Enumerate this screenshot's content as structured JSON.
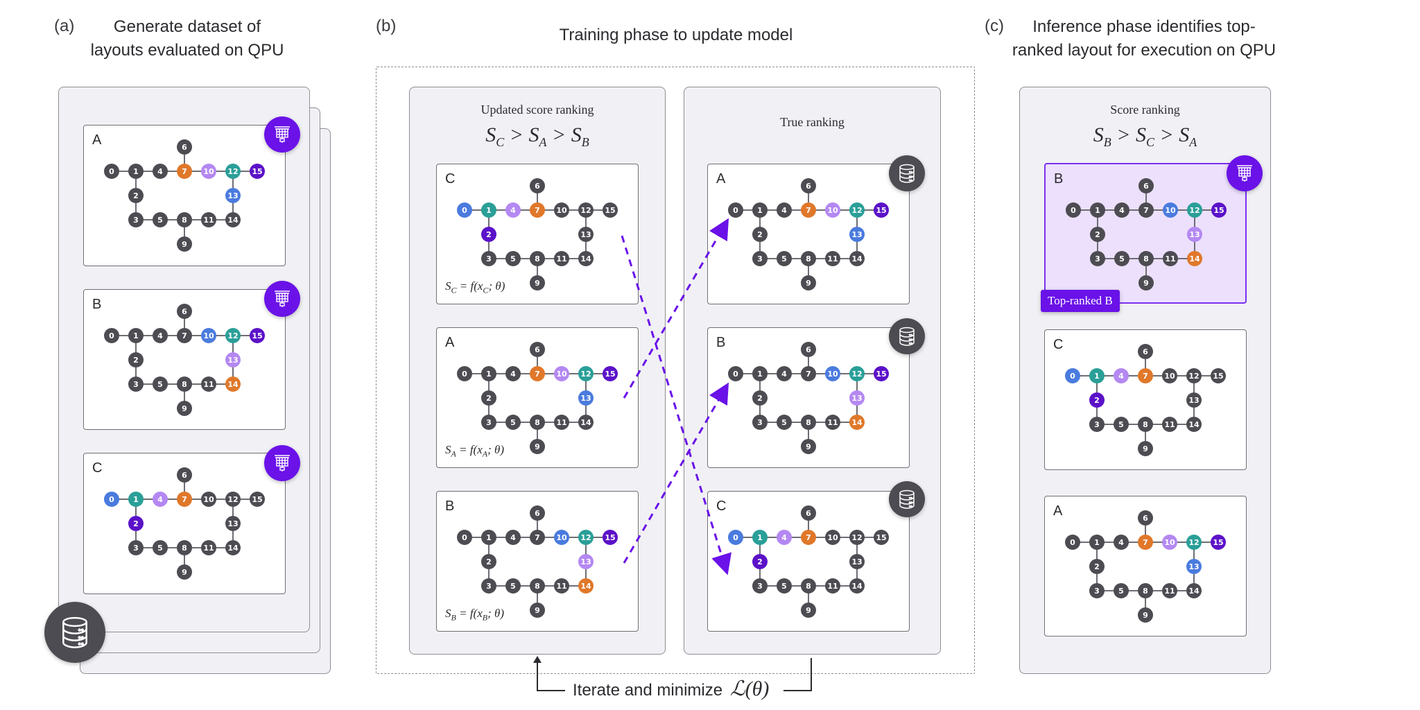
{
  "colors": {
    "gray": "#4d4c52",
    "orange": "#e0782a",
    "lavender": "#b488f2",
    "teal": "#2a9f98",
    "blue": "#4a7bde",
    "purple": "#5b12c8",
    "accent": "#6a12e8",
    "highlight_bg": "#ece0fd"
  },
  "layouts": {
    "A": {
      "0": "gray",
      "1": "gray",
      "2": "gray",
      "3": "gray",
      "4": "gray",
      "5": "gray",
      "6": "gray",
      "7": "orange",
      "8": "gray",
      "9": "gray",
      "10": "lavender",
      "11": "gray",
      "12": "teal",
      "13": "blue",
      "14": "gray",
      "15": "purple"
    },
    "B": {
      "0": "gray",
      "1": "gray",
      "2": "gray",
      "3": "gray",
      "4": "gray",
      "5": "gray",
      "6": "gray",
      "7": "gray",
      "8": "gray",
      "9": "gray",
      "10": "blue",
      "11": "gray",
      "12": "teal",
      "13": "lavender",
      "14": "orange",
      "15": "purple"
    },
    "C": {
      "0": "blue",
      "1": "teal",
      "2": "purple",
      "3": "gray",
      "4": "lavender",
      "5": "gray",
      "6": "gray",
      "7": "orange",
      "8": "gray",
      "9": "gray",
      "10": "gray",
      "11": "gray",
      "12": "gray",
      "13": "gray",
      "14": "gray",
      "15": "gray"
    }
  },
  "panel_a": {
    "label": "(a)",
    "title_line1": "Generate dataset of",
    "title_line2": "layouts evaluated on QPU",
    "cards": [
      {
        "letter": "A",
        "layout": "A",
        "icon": "qpu-chip-icon"
      },
      {
        "letter": "B",
        "layout": "B",
        "icon": "qpu-chip-icon"
      },
      {
        "letter": "C",
        "layout": "C",
        "icon": "qpu-chip-icon"
      }
    ],
    "dataset_icon": "database-icon"
  },
  "panel_b": {
    "label": "(b)",
    "title": "Training phase to update model",
    "left_column": {
      "title": "Updated score ranking",
      "ranking": [
        "C",
        "A",
        "B"
      ],
      "cards": [
        {
          "letter": "C",
          "layout": "C",
          "formula_sub": "C"
        },
        {
          "letter": "A",
          "layout": "A",
          "formula_sub": "A"
        },
        {
          "letter": "B",
          "layout": "B",
          "formula_sub": "B"
        }
      ]
    },
    "right_column": {
      "title": "True ranking",
      "cards": [
        {
          "letter": "A",
          "layout": "A",
          "icon": "database-icon"
        },
        {
          "letter": "B",
          "layout": "B",
          "icon": "database-icon"
        },
        {
          "letter": "C",
          "layout": "C",
          "icon": "database-icon"
        }
      ]
    },
    "arrows": [
      {
        "from": "left-A",
        "to": "right-A"
      },
      {
        "from": "left-B",
        "to": "right-B"
      },
      {
        "from": "left-C",
        "to": "right-C"
      }
    ],
    "loop_text": "Iterate and minimize",
    "loss_symbol": "ℒ(θ)"
  },
  "panel_c": {
    "label": "(c)",
    "title_line1": "Inference phase identifies top-",
    "title_line2": "ranked layout for execution on QPU",
    "title": "Score ranking",
    "ranking": [
      "B",
      "C",
      "A"
    ],
    "cards": [
      {
        "letter": "B",
        "layout": "B",
        "highlighted": true,
        "icon": "qpu-chip-icon"
      },
      {
        "letter": "C",
        "layout": "C"
      },
      {
        "letter": "A",
        "layout": "A"
      }
    ],
    "top_tag": "Top-ranked B"
  }
}
